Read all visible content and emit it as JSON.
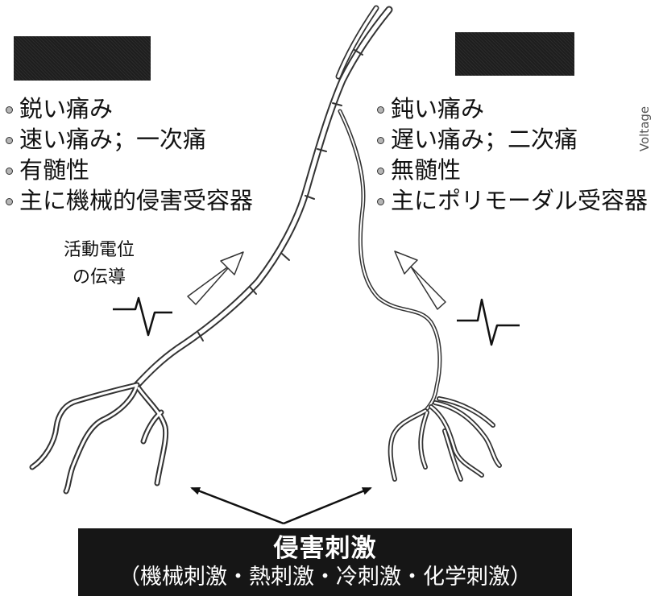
{
  "left_fiber": {
    "properties": [
      "鋭い痛み",
      "速い痛み；一次痛",
      "有髄性",
      "主に機械的侵害受容器"
    ]
  },
  "right_fiber": {
    "properties": [
      "鈍い痛み",
      "遅い痛み；二次痛",
      "無髄性",
      "主にポリモーダル受容器"
    ]
  },
  "conduction_label": {
    "line1": "活動電位",
    "line2": "の伝導"
  },
  "axis_label": "Voltage",
  "stimulus": {
    "title": "侵害刺激",
    "subtitle": "（機械刺激・熱刺激・冷刺激・化学刺激）"
  },
  "colors": {
    "box_fill": "#1e1e1e",
    "stimulus_fill": "#161616",
    "text": "#111111",
    "arrow_fill": "#ffffff"
  },
  "icons": [
    "up-arrow-icon",
    "action-potential-icon",
    "double-arrow-icon"
  ]
}
